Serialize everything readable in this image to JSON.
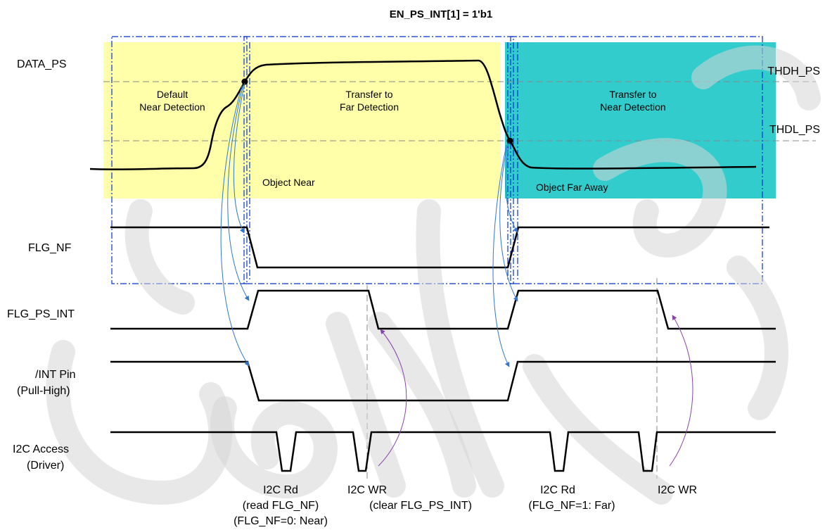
{
  "title": "EN_PS_INT[1] = 1'b1",
  "colors": {
    "near_zone": "#FFFFAA",
    "far_zone": "#33CCCC",
    "dashdot_box": "#0033CC",
    "threshold_dash": "#888888",
    "arrow_blue": "#3377CC",
    "arrow_purple": "#8844AA",
    "waveform": "#000000",
    "watermark": "#D0D0D0"
  },
  "signals": {
    "data_ps": "DATA_PS",
    "flg_nf": "FLG_NF",
    "flg_ps_int": "FLG_PS_INT",
    "int_pin_line1": "/INT Pin",
    "int_pin_line2": "(Pull-High)",
    "i2c_access_line1": "I2C Access",
    "i2c_access_line2": "(Driver)"
  },
  "thresholds": {
    "high": "THDH_PS",
    "low": "THDL_PS"
  },
  "zones": {
    "default_line1": "Default",
    "default_line2": "Near Detection",
    "far_line1": "Transfer to",
    "far_line2": "Far Detection",
    "near_line1": "Transfer to",
    "near_line2": "Near Detection",
    "object_near": "Object Near",
    "object_far": "Object Far Away"
  },
  "i2c_events": {
    "rd1_line1": "I2C Rd",
    "rd1_line2": "(read FLG_NF)",
    "rd1_line3": "(FLG_NF=0: Near)",
    "wr1_line1": "I2C WR",
    "wr1_line2": "(clear FLG_PS_INT)",
    "rd2_line1": "I2C Rd",
    "rd2_line2": "(FLG_NF=1: Far)",
    "wr2_line1": "I2C WR"
  }
}
